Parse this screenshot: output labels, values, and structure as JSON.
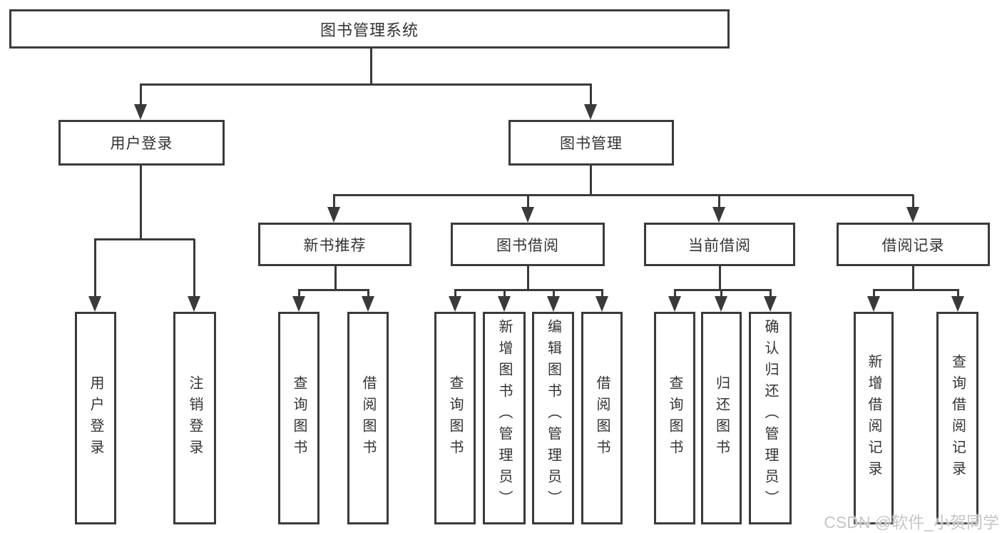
{
  "tree": {
    "root": "图书管理系统",
    "children": [
      {
        "label": "用户登录",
        "children": [
          "用户登录",
          "注销登录"
        ]
      },
      {
        "label": "图书管理",
        "children": [
          {
            "label": "新书推荐",
            "children": [
              "查询图书",
              "借阅图书"
            ]
          },
          {
            "label": "图书借阅",
            "children": [
              "查询图书",
              "新增图书（管理员）",
              "编辑图书（管理员）",
              "借阅图书"
            ]
          },
          {
            "label": "当前借阅",
            "children": [
              "查询图书",
              "归还图书",
              "确认归还（管理员）"
            ]
          },
          {
            "label": "借阅记录",
            "children": [
              "新增借阅记录",
              "查询借阅记录"
            ]
          }
        ]
      }
    ]
  },
  "watermark": {
    "text": "CSDN @软件_小贺同学"
  },
  "colors": {
    "line": "#3a3a3a",
    "border": "#3a3a3a",
    "text": "#333333",
    "background": "#ffffff",
    "watermark": "#c6c6c6"
  }
}
